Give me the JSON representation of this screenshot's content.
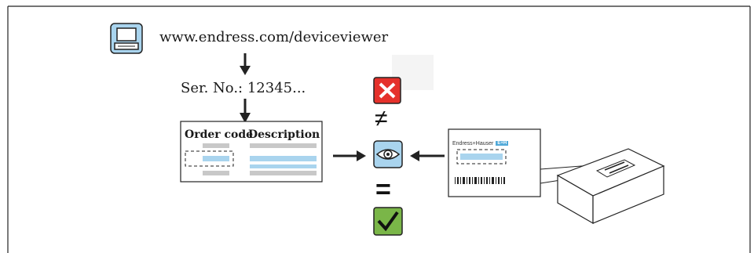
{
  "url": "www.endress.com/deviceviewer",
  "serial_label": "Ser. No.: 12345...",
  "table": {
    "col_order_code": "Order code",
    "col_description": "Description"
  },
  "label": {
    "brand": "Endress+Hauser",
    "brand_badge": "E+H"
  },
  "symbols": {
    "not_equal": "≠",
    "equal": "="
  },
  "colors": {
    "check_green": "#7ab648",
    "cross_red": "#e5312b",
    "eye_blue": "#a9d4ee",
    "highlight_blue": "#a9d4ee",
    "placeholder_gray": "#c8c8c8"
  },
  "icons": [
    "computer-icon",
    "eye-icon",
    "cross-icon",
    "check-icon",
    "barcode-icon",
    "device-box-icon"
  ]
}
